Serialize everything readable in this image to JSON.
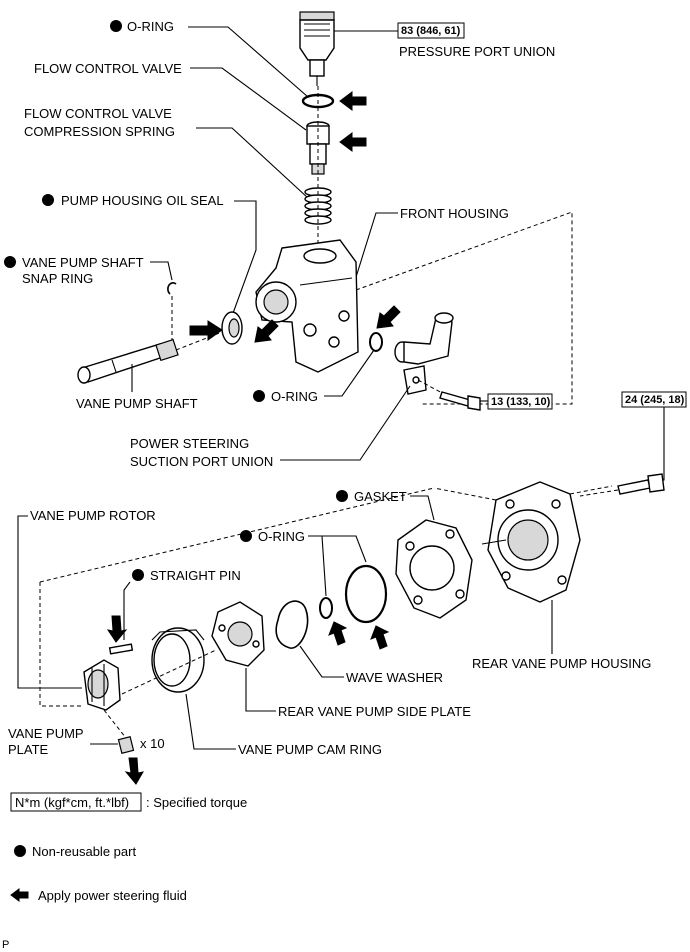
{
  "labels": {
    "o_ring_top": "O-RING",
    "flow_control_valve": "FLOW CONTROL VALVE",
    "fcv_spring_line1": "FLOW CONTROL VALVE",
    "fcv_spring_line2": "COMPRESSION SPRING",
    "pump_housing_oil_seal": "PUMP HOUSING OIL SEAL",
    "snap_ring_line1": "VANE PUMP SHAFT",
    "snap_ring_line2": "SNAP RING",
    "vane_pump_shaft": "VANE PUMP SHAFT",
    "pressure_port_union": "PRESSURE PORT UNION",
    "front_housing": "FRONT HOUSING",
    "o_ring_mid": "O-RING",
    "suction_line1": "POWER STEERING",
    "suction_line2": "SUCTION PORT UNION",
    "gasket": "GASKET",
    "vane_pump_rotor": "VANE PUMP ROTOR",
    "o_ring_lower": "O-RING",
    "straight_pin": "STRAIGHT PIN",
    "wave_washer": "WAVE WASHER",
    "rear_vane_pump_housing": "REAR VANE PUMP HOUSING",
    "rear_side_plate": "REAR VANE PUMP SIDE PLATE",
    "vane_plate_line1": "VANE PUMP",
    "vane_plate_line2": "PLATE",
    "vane_plate_qty": "x 10",
    "cam_ring": "VANE PUMP CAM RING"
  },
  "torques": {
    "pressure_port": "83 (846, 61)",
    "suction_bolt": "13 (133, 10)",
    "rear_bolt": "24 (245, 18)"
  },
  "legend": {
    "torque_box": "N*m (kgf*cm, ft.*lbf)",
    "torque_text": ": Specified torque",
    "non_reusable": "Non-reusable part",
    "apply_fluid": "Apply power steering fluid"
  },
  "footer": {
    "code": "P"
  }
}
